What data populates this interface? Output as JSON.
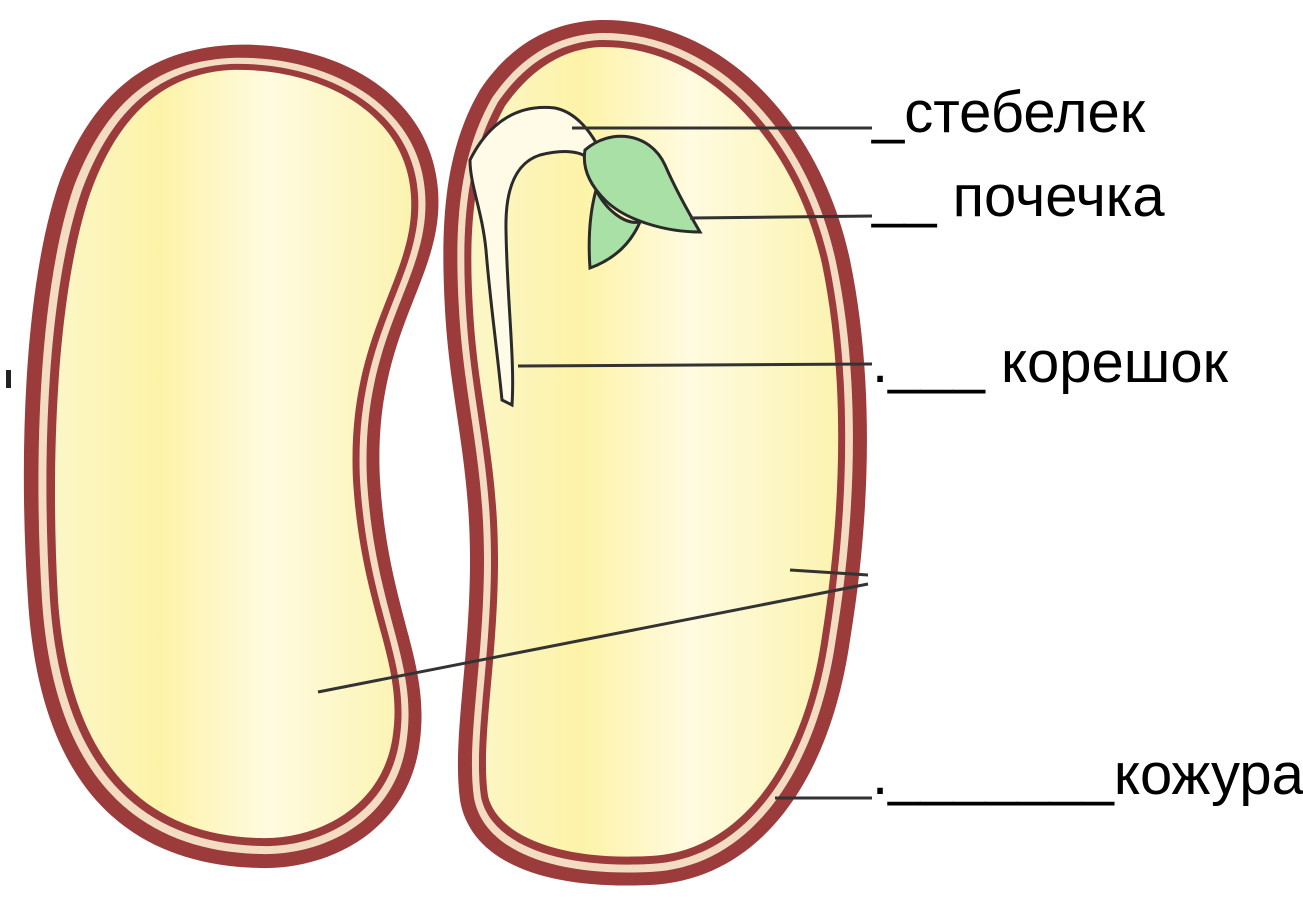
{
  "diagram": {
    "labels": {
      "stem": "_стебелек",
      "bud": "__ почечка",
      "root": ".___ корешок",
      "coat": "._______кожура"
    },
    "colors": {
      "seed_coat_outer": "#9b3b3b",
      "seed_coat_inner": "#e9c9a8",
      "cotyledon": "#fdf8c2",
      "embryo_leaf": "#a8e0a6",
      "outline": "#2a2a2a"
    }
  }
}
